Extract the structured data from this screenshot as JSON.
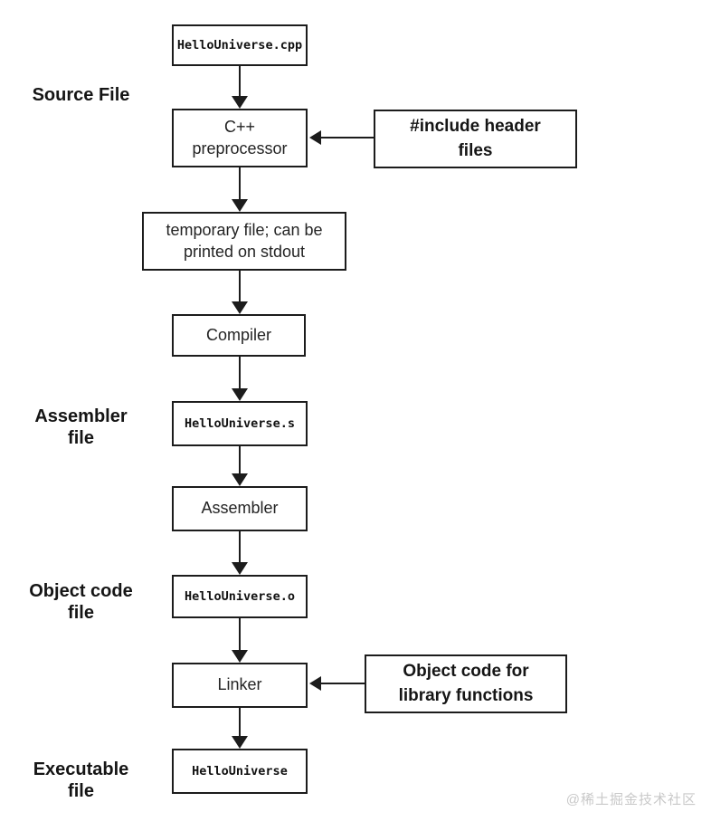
{
  "flowchart": {
    "nodes": {
      "source_file": {
        "label": "HelloUniverse.cpp",
        "type": "file"
      },
      "preprocessor": {
        "label": "C++\npreprocessor",
        "type": "process"
      },
      "include_headers": {
        "label": "#include header\nfiles",
        "type": "input"
      },
      "temp_file": {
        "label": "temporary file; can be\nprinted on stdout",
        "type": "file"
      },
      "compiler": {
        "label": "Compiler",
        "type": "process"
      },
      "assembler_file": {
        "label": "HelloUniverse.s",
        "type": "file"
      },
      "assembler": {
        "label": "Assembler",
        "type": "process"
      },
      "object_file": {
        "label": "HelloUniverse.o",
        "type": "file"
      },
      "linker": {
        "label": "Linker",
        "type": "process"
      },
      "library_objects": {
        "label": "Object code for\nlibrary functions",
        "type": "input"
      },
      "executable": {
        "label": "HelloUniverse",
        "type": "file"
      }
    },
    "side_labels": {
      "source": "Source File",
      "assembler": "Assembler\nfile",
      "object": "Object code\nfile",
      "executable": "Executable\nfile"
    },
    "edges": [
      {
        "from": "source_file",
        "to": "preprocessor",
        "direction": "down"
      },
      {
        "from": "include_headers",
        "to": "preprocessor",
        "direction": "left"
      },
      {
        "from": "preprocessor",
        "to": "temp_file",
        "direction": "down"
      },
      {
        "from": "temp_file",
        "to": "compiler",
        "direction": "down"
      },
      {
        "from": "compiler",
        "to": "assembler_file",
        "direction": "down"
      },
      {
        "from": "assembler_file",
        "to": "assembler",
        "direction": "down"
      },
      {
        "from": "assembler",
        "to": "object_file",
        "direction": "down"
      },
      {
        "from": "object_file",
        "to": "linker",
        "direction": "down"
      },
      {
        "from": "library_objects",
        "to": "linker",
        "direction": "left"
      },
      {
        "from": "linker",
        "to": "executable",
        "direction": "down"
      }
    ],
    "watermark": "@稀土掘金技术社区",
    "colors": {
      "background": "#ffffff",
      "border": "#1c1c1c",
      "text": "#1f1f1f",
      "watermark": "#c9c9c9"
    }
  }
}
